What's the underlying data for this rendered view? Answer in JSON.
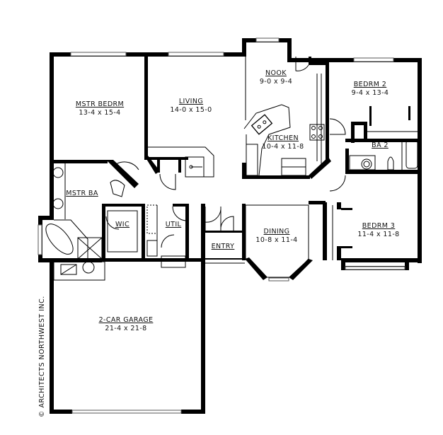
{
  "plan": {
    "type": "residential single-level floor plan",
    "credit": "© ARCHITECTS NORTHWEST INC."
  },
  "rooms": [
    {
      "id": "mstr_bedrm",
      "name": "MSTR BEDRM",
      "dims": "13-4 x 15-4"
    },
    {
      "id": "living",
      "name": "LIVING",
      "dims": "14-0 x 15-0"
    },
    {
      "id": "nook",
      "name": "NOOK",
      "dims": "9-0 x 9-4"
    },
    {
      "id": "kitchen",
      "name": "KITCHEN",
      "dims": "10-4 x 11-8"
    },
    {
      "id": "bedrm2",
      "name": "BEDRM 2",
      "dims": "9-4 x 13-4"
    },
    {
      "id": "ba2",
      "name": "BA 2",
      "dims": ""
    },
    {
      "id": "mstr_ba",
      "name": "MSTR BA",
      "dims": ""
    },
    {
      "id": "wic",
      "name": "WIC",
      "dims": ""
    },
    {
      "id": "util",
      "name": "UTIL",
      "dims": ""
    },
    {
      "id": "entry",
      "name": "ENTRY",
      "dims": ""
    },
    {
      "id": "dining",
      "name": "DINING",
      "dims": "10-8 x 11-4"
    },
    {
      "id": "bedrm3",
      "name": "BEDRM 3",
      "dims": "11-4 x 11-8"
    },
    {
      "id": "garage",
      "name": "2-CAR GARAGE",
      "dims": "21-4 x 21-8"
    }
  ]
}
